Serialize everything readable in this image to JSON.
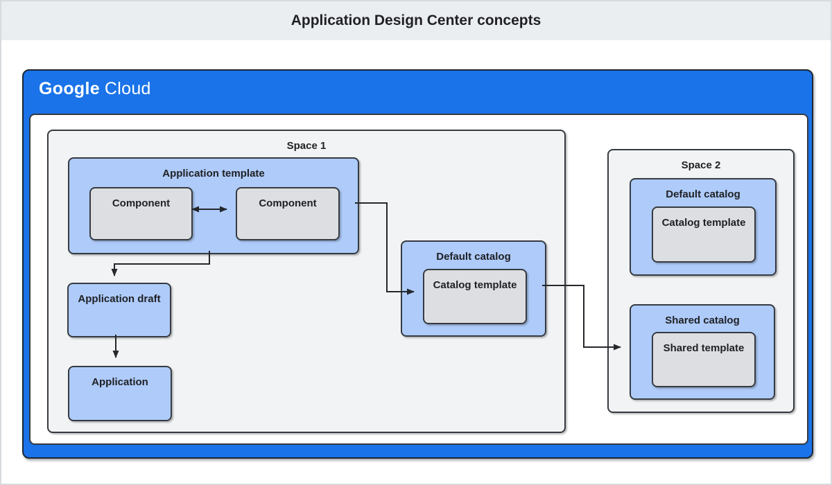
{
  "header": {
    "title": "Application Design Center concepts"
  },
  "brand": {
    "google": "Google",
    "cloud": "Cloud"
  },
  "colors": {
    "blue": "#1a73e8",
    "light_blue": "#aecbfa",
    "gray_box": "#dcdee1",
    "space_bg": "#f1f3f4",
    "header_bg": "#ebeef0",
    "border": "#363a40",
    "arrow": "#24272c",
    "text": "#202124"
  },
  "spaces": {
    "space1": {
      "label": "Space 1",
      "application_template": {
        "label": "Application template",
        "components": [
          {
            "label": "Component"
          },
          {
            "label": "Component"
          }
        ]
      },
      "application_draft": {
        "label": "Application draft"
      },
      "application": {
        "label": "Application"
      },
      "default_catalog": {
        "label": "Default catalog",
        "catalog_template": {
          "label": "Catalog template"
        }
      }
    },
    "space2": {
      "label": "Space 2",
      "default_catalog": {
        "label": "Default catalog",
        "catalog_template": {
          "label": "Catalog template"
        }
      },
      "shared_catalog": {
        "label": "Shared catalog",
        "shared_template": {
          "label": "Shared template"
        }
      }
    }
  }
}
